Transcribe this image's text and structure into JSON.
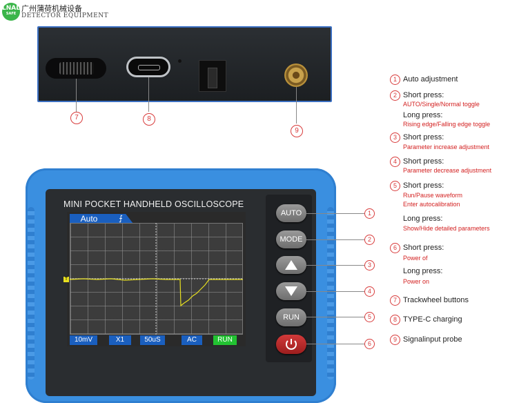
{
  "brand": {
    "logo_text": "LNAL",
    "logo_sub": "SAFE",
    "name_cn": "广州蒲荷机械设备",
    "name_en": "DETECTOR EQUIPMENT"
  },
  "top_callouts": [
    "7",
    "8",
    "9"
  ],
  "device": {
    "title": "MINI POCKET HANDHELD OSCILLOSCOPE",
    "screen": {
      "mode_tab": "Auto",
      "trigger_icon": "trigger-edge-icon",
      "status_bar": [
        "10mV",
        "X1",
        "50uS",
        "AC",
        "RUN"
      ],
      "trigger_marker": "T"
    },
    "buttons": {
      "auto": "AUTO",
      "mode": "MODE",
      "up": "up-arrow-icon",
      "down": "down-arrow-icon",
      "run": "RUN",
      "power": "power-icon"
    },
    "side_callouts": [
      "1",
      "2",
      "3",
      "4",
      "5",
      "6"
    ]
  },
  "legend": [
    {
      "num": "1",
      "title": "Auto adjustment",
      "lines": []
    },
    {
      "num": "2",
      "title": "Short press:",
      "lines": [
        "AUTO/Single/Normal toggle"
      ]
    },
    {
      "num": "",
      "title": "Long press:",
      "lines": [
        "Rising edge/Falling edge toggle"
      ]
    },
    {
      "num": "3",
      "title": "Short press:",
      "lines": [
        "Parameter increase adjustment"
      ]
    },
    {
      "num": "4",
      "title": "Short press:",
      "lines": [
        "Parameter decrease adjustment"
      ]
    },
    {
      "num": "5",
      "title": "Short press:",
      "lines": [
        "Run/Pause waveform",
        "Enter autocalibration"
      ]
    },
    {
      "num": "",
      "title": "Long press:",
      "lines": [
        "Show/Hide detailed parameters"
      ]
    },
    {
      "num": "6",
      "title": "Short press:",
      "lines": [
        "Power of"
      ]
    },
    {
      "num": "",
      "title": "Long press:",
      "lines": [
        "Power on"
      ]
    },
    {
      "num": "7",
      "title": "Trackwheel buttons",
      "lines": []
    },
    {
      "num": "8",
      "title": "TYPE-C charging",
      "lines": []
    },
    {
      "num": "9",
      "title": "Signalinput probe",
      "lines": []
    }
  ],
  "colors": {
    "accent_red": "#d83a3a",
    "bumper_blue": "#3a8fe0",
    "screen_tab_blue": "#1a5fbf",
    "run_green": "#22c232",
    "trace_yellow": "#e8e020"
  }
}
